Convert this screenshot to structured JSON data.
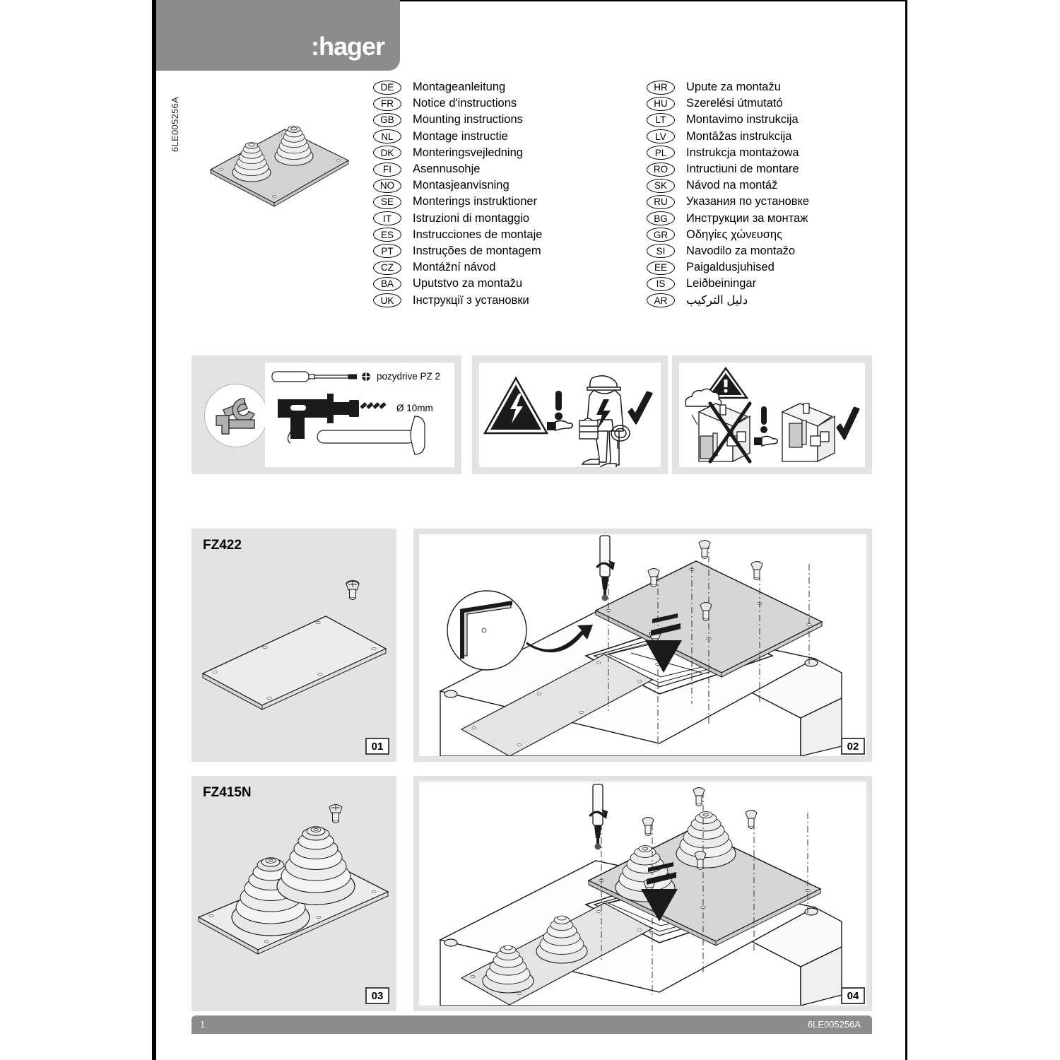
{
  "document": {
    "reference_code": "6LE005256A",
    "vertical_code": "6LE005256A",
    "brand": ":hager",
    "page_number": "1"
  },
  "languages": {
    "left_column": [
      {
        "code": "DE",
        "label": "Montageanleitung"
      },
      {
        "code": "FR",
        "label": "Notice d'instructions"
      },
      {
        "code": "GB",
        "label": "Mounting instructions"
      },
      {
        "code": "NL",
        "label": "Montage instructie"
      },
      {
        "code": "DK",
        "label": "Monteringsvejledning"
      },
      {
        "code": "FI",
        "label": "Asennusohje"
      },
      {
        "code": "NO",
        "label": "Montasjeanvisning"
      },
      {
        "code": "SE",
        "label": "Monterings instruktioner"
      },
      {
        "code": "IT",
        "label": "Istruzioni di montaggio"
      },
      {
        "code": "ES",
        "label": "Instrucciones de montaje"
      },
      {
        "code": "PT",
        "label": "Instruções de montagem"
      },
      {
        "code": "CZ",
        "label": "Montážní návod"
      },
      {
        "code": "BA",
        "label": "Uputstvo za montažu"
      },
      {
        "code": "UK",
        "label": "Інструкції з установки"
      }
    ],
    "right_column": [
      {
        "code": "HR",
        "label": "Upute za montažu"
      },
      {
        "code": "HU",
        "label": "Szerelési útmutató"
      },
      {
        "code": "LT",
        "label": "Montavimo instrukcija"
      },
      {
        "code": "LV",
        "label": "Montāžas instrukcija"
      },
      {
        "code": "PL",
        "label": "Instrukcja montażowa"
      },
      {
        "code": "RO",
        "label": "Intructiuni de montare"
      },
      {
        "code": "SK",
        "label": "Návod na montáž"
      },
      {
        "code": "RU",
        "label": "Указания по установке"
      },
      {
        "code": "BG",
        "label": "Инструкции за монтаж"
      },
      {
        "code": "GR",
        "label": "Οδηγίες χώνευσης"
      },
      {
        "code": "SI",
        "label": "Navodilo za montažo"
      },
      {
        "code": "EE",
        "label": "Paigaldusjuhised"
      },
      {
        "code": "IS",
        "label": "Leiðbeiningar"
      },
      {
        "code": "AR",
        "label": "دليل التركيب"
      }
    ]
  },
  "tools_panel": {
    "screwdriver_spec": "pozydrive PZ 2",
    "drill_spec": "Ø 10mm"
  },
  "steps": [
    {
      "number": "01",
      "part": "FZ422"
    },
    {
      "number": "02",
      "part": ""
    },
    {
      "number": "03",
      "part": "FZ415N"
    },
    {
      "number": "04",
      "part": ""
    }
  ],
  "colors": {
    "band_gray": "#8c8c8c",
    "panel_gray": "#e3e3e3",
    "plate_gray": "#d2d2d2",
    "line_black": "#1a1a1a"
  }
}
